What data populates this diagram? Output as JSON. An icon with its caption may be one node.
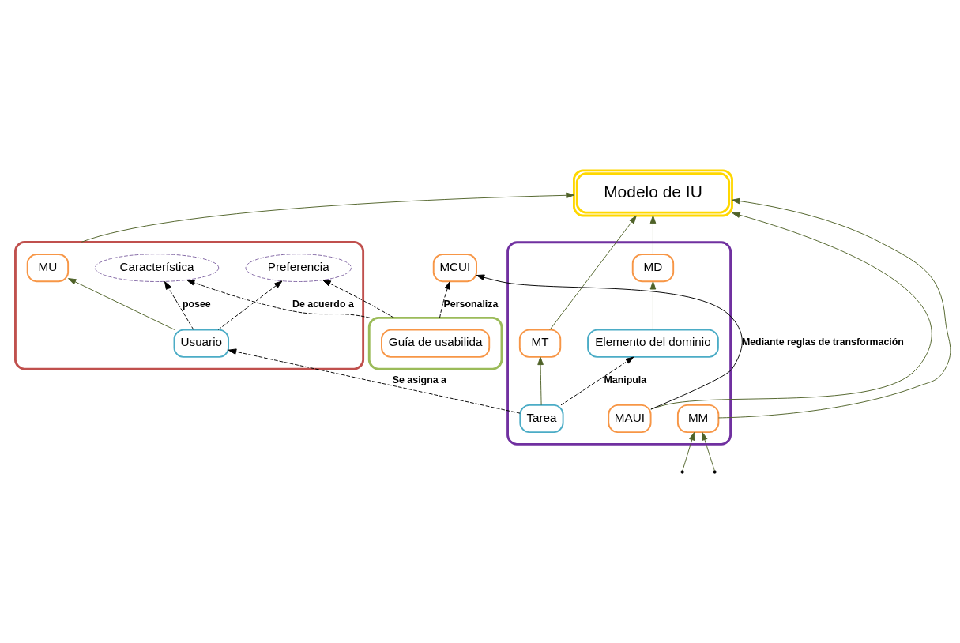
{
  "diagram": {
    "nodes": [
      {
        "text": [
          "Modelo de IU"
        ]
      },
      {
        "text": [],
        "shape": "cloud"
      },
      {
        "text": [
          "MU"
        ],
        "in": 1
      },
      {
        "text": [
          "Usuario"
        ],
        "in": 1
      },
      {
        "text": [
          "Característica"
        ],
        "in": 1
      },
      {
        "text": [
          "Preferencia"
        ],
        "in": 1
      },
      {
        "text": [],
        "shape": "cloud"
      },
      {
        "text": [
          "MT"
        ],
        "in": 6
      },
      {
        "text": [
          "MD"
        ],
        "in": 6
      },
      {
        "text": [
          "MM"
        ],
        "in": 6
      },
      {
        "text": [
          "MAUI"
        ],
        "in": 6
      },
      {
        "text": [
          "Tarea"
        ],
        "in": 6
      },
      {
        "text": [
          "Elemento del dominio"
        ],
        "in": 6
      },
      {
        "text": [
          "MCUI"
        ]
      },
      {
        "text": [],
        "shape": "cloud"
      },
      {
        "text": [
          "Guía de usabilida"
        ],
        "in": 14
      }
    ],
    "edges": [
      {
        "from": 1,
        "to": 0,
        "arrow": "to"
      },
      {
        "from": 7,
        "to": 0,
        "arrow": "to"
      },
      {
        "from": 8,
        "to": 0,
        "arrow": "to"
      },
      {
        "from": 9,
        "to": 0,
        "arrow": "to"
      },
      {
        "from": 10,
        "to": 0,
        "arrow": "to"
      },
      {
        "from": 10,
        "to": 13,
        "arrow": "to",
        "label": "Mediante reglas de transformación",
        "color": "#000000"
      },
      {
        "from": 3,
        "to": 2,
        "arrow": "to"
      },
      {
        "from": 11,
        "to": 7,
        "arrow": "to"
      },
      {
        "from": 12,
        "to": 8,
        "arrow": "to"
      },
      {
        "from": null,
        "to": 9,
        "arrow": "to"
      },
      {
        "from": null,
        "to": 9,
        "arrow": "to"
      },
      {
        "from": 11,
        "to": 3,
        "arrow": "to",
        "label": "Se asigna a",
        "style": "dashed",
        "color": "#000000"
      },
      {
        "from": 11,
        "to": 12,
        "arrow": "to",
        "label": "Manipula",
        "style": "dashed",
        "color": "#000000"
      },
      {
        "from": 3,
        "to": 4,
        "arrow": "to",
        "label": "posee",
        "style": "dashed",
        "color": "#000000"
      },
      {
        "from": 3,
        "to": 5,
        "arrow": "to",
        "style": "dashed",
        "color": "#000000"
      },
      {
        "from": 14,
        "to": 13,
        "arrow": "to",
        "label": "Personaliza",
        "style": "dashed",
        "color": "#000000"
      },
      {
        "from": 14,
        "to": 4,
        "arrow": "to",
        "label": "De acuerdo a",
        "style": "dashed",
        "color": "#000000"
      },
      {
        "from": 14,
        "to": 5,
        "arrow": "to",
        "style": "dashed",
        "color": "#000000"
      }
    ]
  }
}
